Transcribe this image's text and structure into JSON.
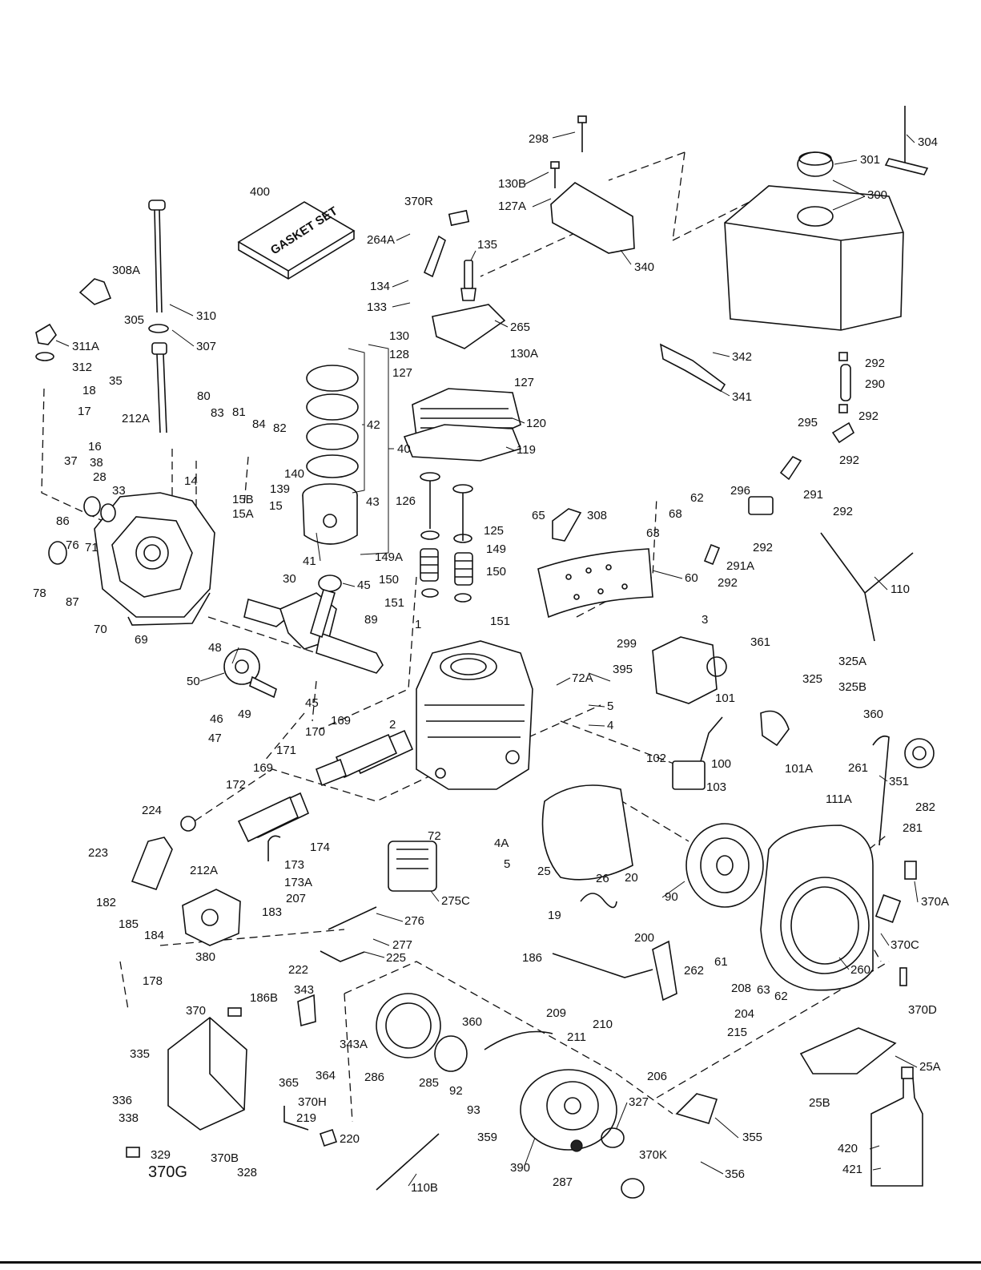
{
  "diagram": {
    "labels": {
      "l400": "400",
      "l370R": "370R",
      "l298": "298",
      "l130B": "130B",
      "l127A": "127A",
      "l304": "304",
      "l301": "301",
      "l300": "300",
      "l264A": "264A",
      "l135": "135",
      "l134": "134",
      "l133": "133",
      "l340": "340",
      "l308A": "308A",
      "l310": "310",
      "l305": "305",
      "l307": "307",
      "l311A": "311A",
      "l312": "312",
      "l265": "265",
      "l130": "130",
      "l130A": "130A",
      "l128": "128",
      "l127a": "127",
      "l127b": "127",
      "l342": "342",
      "l292a": "292",
      "l290": "290",
      "l341": "341",
      "l35": "35",
      "l18": "18",
      "l17": "17",
      "l212A": "212A",
      "l16": "16",
      "l37": "37",
      "l38": "38",
      "l28": "28",
      "l80": "80",
      "l83": "83",
      "l81": "81",
      "l84": "84",
      "l82": "82",
      "l42": "42",
      "l120": "120",
      "l119": "119",
      "l292b": "292",
      "l295": "295",
      "l292c": "292",
      "l40": "40",
      "l140": "140",
      "l139": "139",
      "l14": "14",
      "l15B": "15B",
      "l15A": "15A",
      "l15": "15",
      "l86": "86",
      "l76": "76",
      "l71": "71",
      "l33": "33",
      "l126": "126",
      "l125": "125",
      "l65": "65",
      "l308": "308",
      "l62": "62",
      "l68": "68",
      "l296": "296",
      "l291": "291",
      "l292d": "292",
      "l43": "43",
      "l41": "41",
      "l149A": "149A",
      "l149": "149",
      "l150a": "150",
      "l150b": "150",
      "l63": "63",
      "l292e": "292",
      "l291A": "291A",
      "l292f": "292",
      "l78": "78",
      "l87": "87",
      "l30": "30",
      "l45a": "45",
      "l151a": "151",
      "l151b": "151",
      "l60": "60",
      "l110": "110",
      "l70": "70",
      "l69": "69",
      "l89": "89",
      "l1": "1",
      "l3": "3",
      "l299": "299",
      "l48": "48",
      "l361": "361",
      "l395": "395",
      "l325A": "325A",
      "l50": "50",
      "l72A": "72A",
      "l325": "325",
      "l325B": "325B",
      "l45b": "45",
      "l5a": "5",
      "l101": "101",
      "l46": "46",
      "l49": "49",
      "l169a": "169",
      "l2": "2",
      "l4": "4",
      "l360a": "360",
      "l47": "47",
      "l170": "170",
      "l171": "171",
      "l169b": "169",
      "l102": "102",
      "l100": "100",
      "l101A": "101A",
      "l261": "261",
      "l351": "351",
      "l172": "172",
      "l111A": "111A",
      "l103": "103",
      "l282": "282",
      "l224": "224",
      "l72": "72",
      "l4A": "4A",
      "l5b": "5",
      "l174": "174",
      "l281": "281",
      "l223": "223",
      "l173": "173",
      "l25": "25",
      "l26": "26",
      "l20": "20",
      "l212A2": "212A",
      "l173A": "173A",
      "l370A": "370A",
      "l182": "182",
      "l90": "90",
      "l185": "185",
      "l207": "207",
      "l275C": "275C",
      "l183": "183",
      "l276": "276",
      "l19": "19",
      "l370C": "370C",
      "l184": "184",
      "l200": "200",
      "l380": "380",
      "l277": "277",
      "l186": "186",
      "l222": "222",
      "l225": "225",
      "l61": "61",
      "l262": "262",
      "l260": "260",
      "l178": "178",
      "l208": "208",
      "l63b": "63",
      "l62b": "62",
      "l186B": "186B",
      "l343": "343",
      "l209": "209",
      "l204": "204",
      "l370": "370",
      "l210": "210",
      "l215": "215",
      "l370D": "370D",
      "l360b": "360",
      "l211": "211",
      "l343A": "343A",
      "l335": "335",
      "l25A": "25A",
      "l364": "364",
      "l286": "286",
      "l285": "285",
      "l206": "206",
      "l92": "92",
      "l25B": "25B",
      "l365": "365",
      "l336": "336",
      "l370H": "370H",
      "l327": "327",
      "l338": "338",
      "l93": "93",
      "l219": "219",
      "l359": "359",
      "l355": "355",
      "l420": "420",
      "l220": "220",
      "l329": "329",
      "l370B": "370B",
      "l370K": "370K",
      "l421": "421",
      "l370G": "370G",
      "l328": "328",
      "l390": "390",
      "l287": "287",
      "l356": "356",
      "l110B": "110B"
    },
    "gasket_box_text": "GASKET SET"
  }
}
